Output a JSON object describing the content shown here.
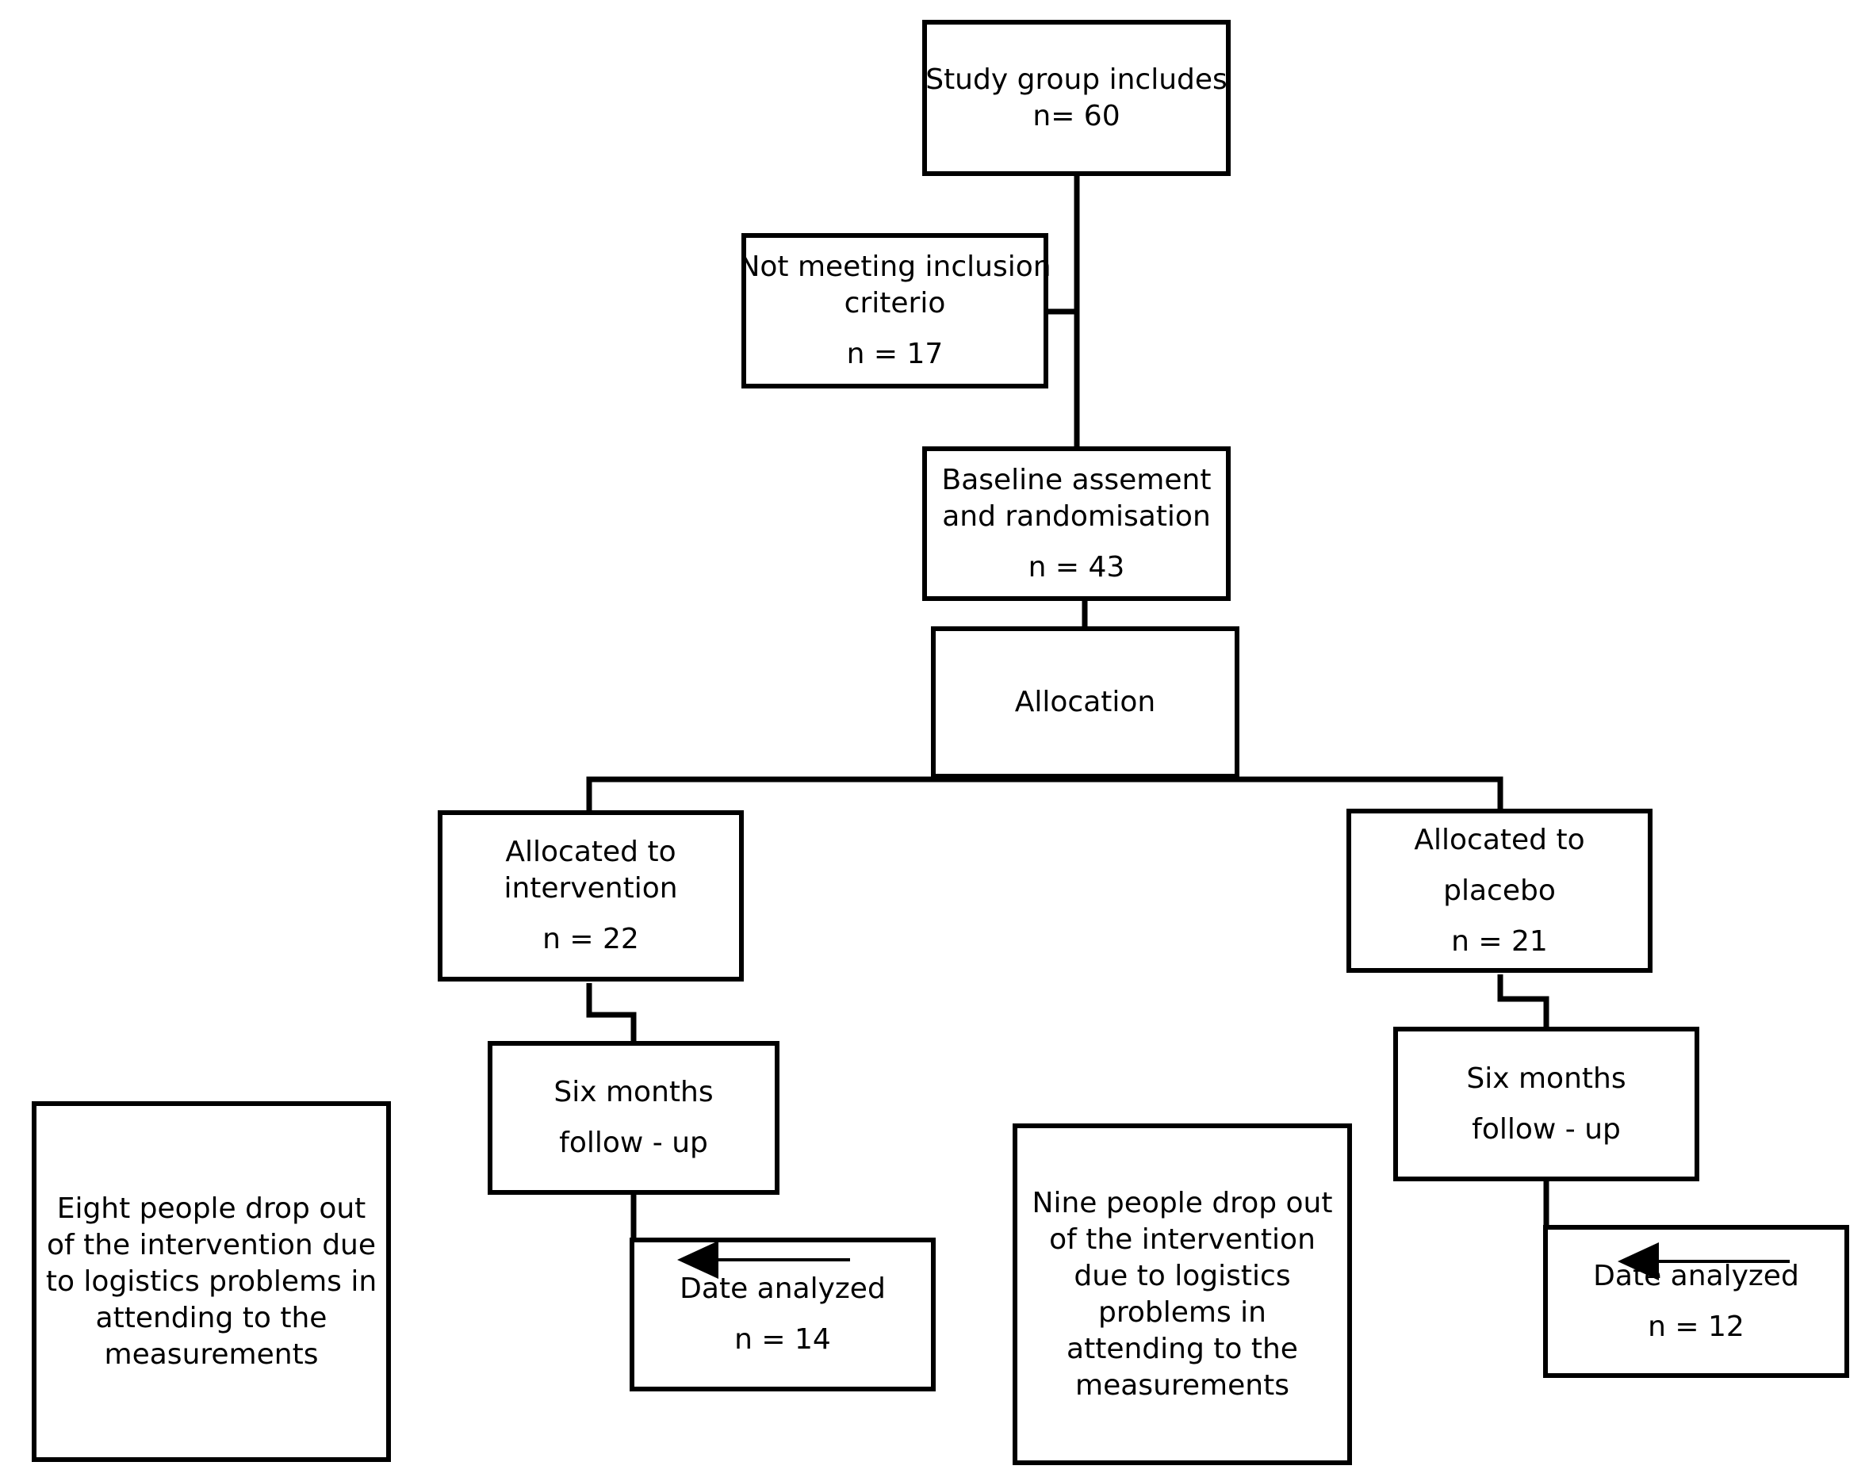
{
  "boxes": {
    "study_group": {
      "lines": [
        "Study group includes",
        "n= 60"
      ]
    },
    "not_meeting": {
      "lines": [
        "Not meeting inclusion",
        "criterio",
        "n = 17"
      ]
    },
    "baseline": {
      "lines": [
        "Baseline assement",
        "and randomisation",
        "n = 43"
      ]
    },
    "allocation": {
      "lines": [
        "Allocation"
      ]
    },
    "intervention": {
      "lines": [
        "Allocated to",
        "intervention",
        "n = 22"
      ]
    },
    "placebo": {
      "lines": [
        "Allocated to",
        "placebo",
        "n = 21"
      ]
    },
    "followup_left": {
      "lines": [
        "Six months",
        "follow - up"
      ]
    },
    "followup_right": {
      "lines": [
        "Six months",
        "follow - up"
      ]
    },
    "analyzed_left": {
      "lines": [
        "Date analyzed",
        "n = 14"
      ]
    },
    "analyzed_right": {
      "lines": [
        "Date analyzed",
        "n = 12"
      ]
    },
    "dropout_left": {
      "lines": [
        "Eight people drop out of the intervention due to logistics problems in attending to the measurements"
      ]
    },
    "dropout_right": {
      "lines": [
        "Nine people drop out of the intervention due to logistics problems in attending to the measurements"
      ]
    }
  }
}
